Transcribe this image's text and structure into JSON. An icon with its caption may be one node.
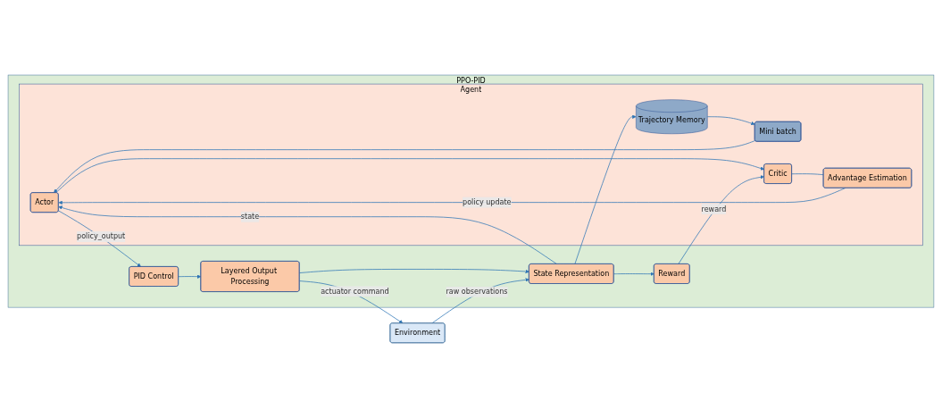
{
  "diagram": {
    "nodes": [
      {
        "text": [
          "PPO-PID"
        ]
      },
      {
        "text": [
          "Agent"
        ],
        "in": 0
      },
      {
        "text": [
          "Actor"
        ],
        "in": 1
      },
      {
        "text": [
          "Mini batch"
        ],
        "in": 1
      },
      {
        "text": [
          "Trajectory Memory"
        ],
        "in": 1
      },
      {
        "text": [
          "Advantage Estimation"
        ],
        "in": 1
      },
      {
        "text": [
          "Critic"
        ],
        "in": 1
      },
      {
        "text": [
          "PID Control"
        ],
        "in": 0
      },
      {
        "text": [
          "Layered Output Processing"
        ],
        "in": 0
      },
      {
        "text": [
          "Reward"
        ],
        "in": 0
      },
      {
        "text": [
          "State Representation"
        ],
        "in": 0
      },
      {
        "text": [
          "Environment"
        ]
      }
    ],
    "edges": [
      {
        "from": 2,
        "to": 7,
        "label": "policy_output",
        "arrow": "to"
      },
      {
        "from": 2,
        "to": 6,
        "arrow": "to"
      },
      {
        "from": 7,
        "to": 8,
        "arrow": "to"
      },
      {
        "from": 8,
        "to": 11,
        "label": "actuator command",
        "arrow": "to"
      },
      {
        "from": 8,
        "to": 10,
        "arrow": "to"
      },
      {
        "from": 11,
        "to": 10,
        "label": "raw observations",
        "arrow": "to"
      },
      {
        "from": 10,
        "to": 9,
        "arrow": "to"
      },
      {
        "from": 10,
        "to": 2,
        "label": "state",
        "arrow": "to"
      },
      {
        "from": 10,
        "to": 4,
        "arrow": "to"
      },
      {
        "from": 9,
        "to": 6,
        "label": "reward",
        "arrow": "to"
      },
      {
        "from": 4,
        "to": 3,
        "arrow": "to"
      },
      {
        "from": 3,
        "to": 2,
        "arrow": "to"
      },
      {
        "from": 6,
        "to": 5,
        "arrow": "none"
      },
      {
        "from": 5,
        "to": 2,
        "label": "policy update",
        "arrow": "to"
      }
    ]
  }
}
